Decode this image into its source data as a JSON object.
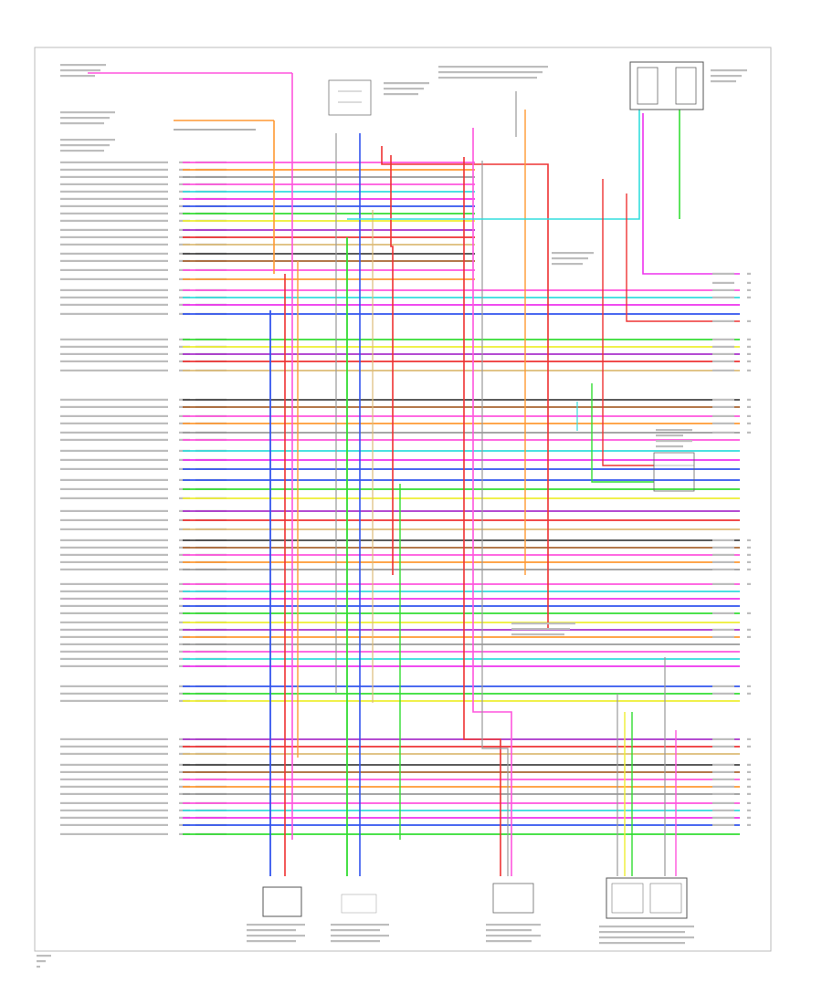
{
  "figure_id": "",
  "colors": {
    "pink": "#ff55dd",
    "magenta": "#ee33ee",
    "red": "#ee3333",
    "orange": "#ff9933",
    "yellow": "#eeee33",
    "green": "#33dd33",
    "cyan": "#33dddd",
    "blue": "#3355ee",
    "purple": "#aa33cc",
    "brown": "#aa6633",
    "gray": "#999999",
    "black": "#444444",
    "tan": "#ddbb77"
  },
  "wire_groups": [
    {
      "name": "left-top",
      "colors": [
        "pink",
        "orange",
        "gray",
        "pink",
        "cyan",
        "magenta",
        "blue",
        "green",
        "cyan",
        "purple",
        "magenta",
        "orange",
        "gray",
        "purple",
        "blue",
        "red"
      ]
    },
    {
      "name": "left-mid",
      "colors": [
        "orange",
        "purple",
        "pink",
        "yellow",
        "yellow",
        "green",
        "blue",
        "orange",
        "gray",
        "blue",
        "purple",
        "cyan",
        "green",
        "red",
        "orange",
        "magenta",
        "purple",
        "gray"
      ]
    },
    {
      "name": "left-bottom",
      "colors": [
        "red",
        "purple",
        "orange",
        "green",
        "cyan",
        "orange",
        "pink",
        "yellow",
        "gray",
        "blue",
        "purple",
        "green"
      ]
    }
  ]
}
